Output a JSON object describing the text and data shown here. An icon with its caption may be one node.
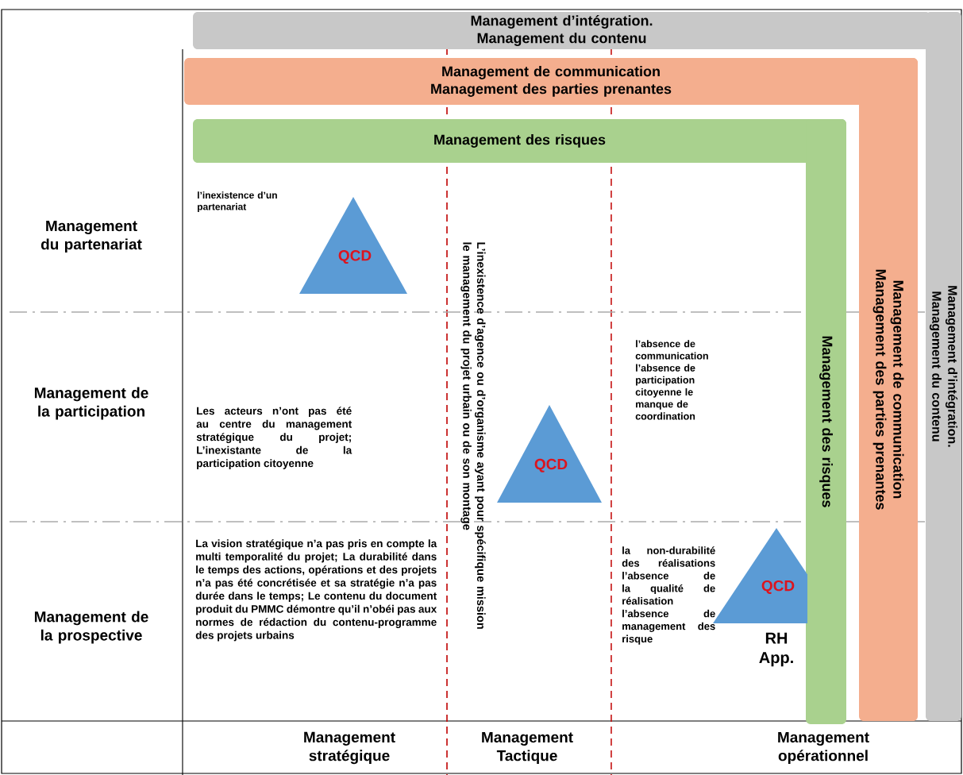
{
  "diagram": {
    "nodes": [
      {
        "text": [
          "Management d’intégration. Management du contenu"
        ]
      },
      {
        "text": [
          "Management d’intégration. Management du contenu"
        ]
      },
      {
        "text": [
          "Management de communication Management des parties prenantes"
        ]
      },
      {
        "text": [
          "Management de communication Management des parties prenantes"
        ]
      },
      {
        "text": [
          "Management des risques"
        ]
      },
      {
        "text": [
          "Management des risques"
        ]
      },
      {
        "text": [
          "QCD"
        ]
      },
      {
        "text": [
          "QCD"
        ]
      },
      {
        "text": [
          "QCD"
        ]
      }
    ],
    "edges": [],
    "labels": [
      "Management du partenariat",
      "l’inexistence d’un partenariat",
      "L’inexistence d’agence ou d’organisme ayant pour spécifique mission le management du projet urbain ou de son montage",
      "Management de la participation",
      "l’absence de communication l’absence de participation citoyenne le manque de coordination",
      "Les acteurs n’ont pas été au centre du management stratégique du projet; L’inexistante de la participation citoyenne",
      "La vision stratégique n’a pas pris en compte la multi temporalité du projet; La durabilité dans le temps des actions, opérations et des projets n’a pas été concrétisée et sa stratégie n’a pas durée dans le temps; Le contenu du document produit du PMMC démontre qu’il n’obéi pas aux normes de rédaction du contenu-programme des projets urbains",
      "Management de la prospective",
      "la non-durabilité des réalisations l’absence de la qualité de réalisation l’absence de management des risque",
      "RH App.",
      "Management stratégique",
      "Management Tactique",
      "Management opérationnel"
    ]
  }
}
